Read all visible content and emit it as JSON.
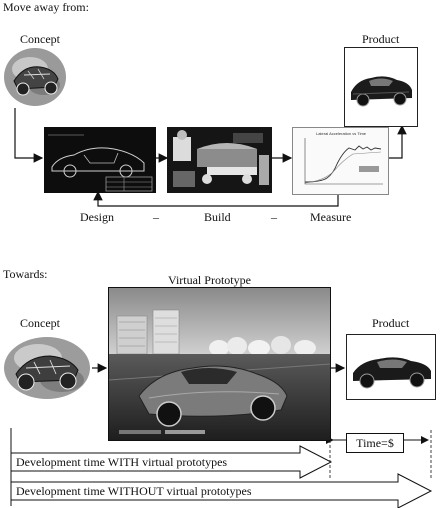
{
  "top_section": {
    "heading": "Move away from:",
    "concept_label": "Concept",
    "product_label": "Product",
    "cycle": {
      "design": "Design",
      "dash1": "–",
      "build": "Build",
      "dash2": "–",
      "measure": "Measure"
    },
    "chart_thumbnail_title": "Lateral Acceleration vs Time"
  },
  "bottom_section": {
    "heading": "Towards:",
    "virtual_prototype_label": "Virtual Prototype",
    "concept_label": "Concept",
    "product_label": "Product",
    "time_label": "Time=$",
    "with_label": "Development time WITH virtual prototypes",
    "without_label": "Development time WITHOUT virtual prototypes"
  }
}
